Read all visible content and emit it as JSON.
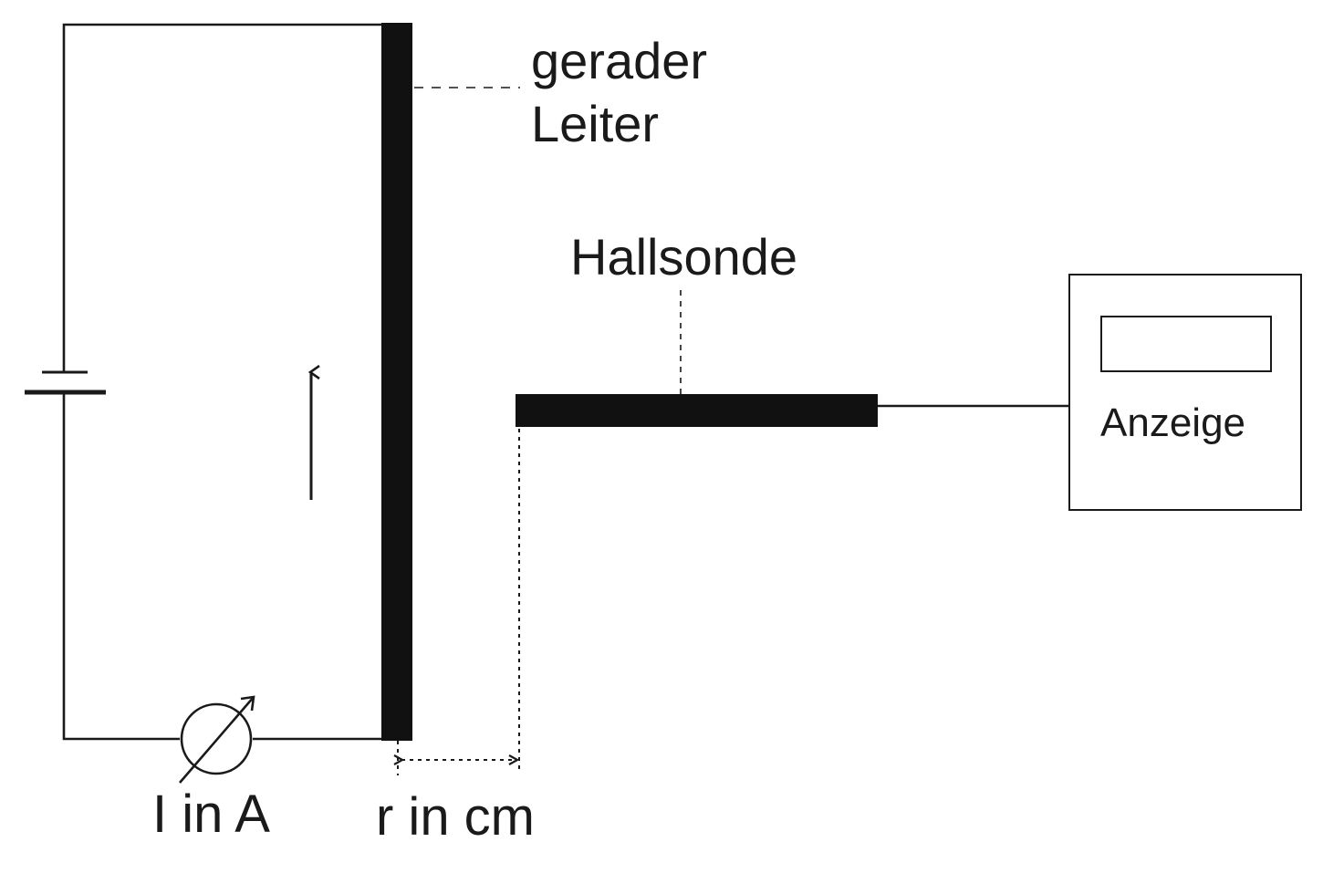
{
  "labels": {
    "conductor_line1": "gerader",
    "conductor_line2": "Leiter",
    "probe": "Hallsonde",
    "display": "Anzeige",
    "current": "I in A",
    "distance": "r in cm"
  },
  "colors": {
    "ink": "#1a1a1a",
    "background": "#ffffff"
  },
  "icons": {
    "battery": "battery-symbol",
    "ammeter": "variable-ammeter-symbol",
    "current_direction": "arrow-up-icon",
    "distance_marker": "double-arrow-icon"
  }
}
